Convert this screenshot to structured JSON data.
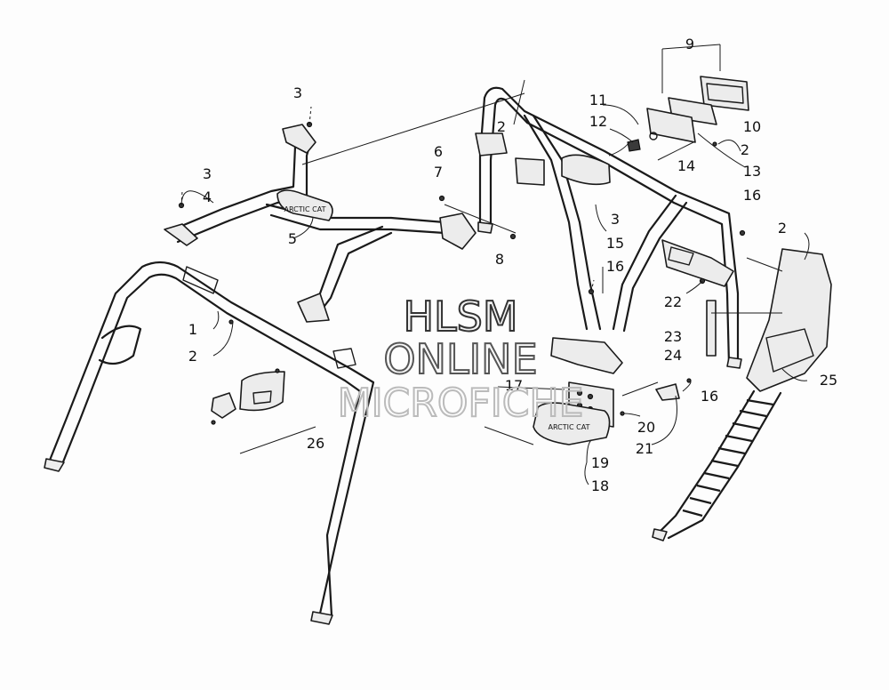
{
  "watermark": {
    "line1": "HLSM",
    "line2": "ONLINE",
    "line3": "MICROFICHE"
  },
  "callouts": {
    "c1": "1",
    "c2a": "2",
    "c2b": "2",
    "c2c": "2",
    "c2d": "2",
    "c3a": "3",
    "c3b": "3",
    "c3c": "3",
    "c4": "4",
    "c5": "5",
    "c6": "6",
    "c7": "7",
    "c8": "8",
    "c9": "9",
    "c10": "10",
    "c11": "11",
    "c12": "12",
    "c13": "13",
    "c14": "14",
    "c15": "15",
    "c16a": "16",
    "c16b": "16",
    "c16c": "16",
    "c17": "17",
    "c18": "18",
    "c19": "19",
    "c20": "20",
    "c21": "21",
    "c22": "22",
    "c23": "23",
    "c24": "24",
    "c25": "25",
    "c26": "26"
  },
  "decals": {
    "brand": "ARCTIC CAT"
  }
}
